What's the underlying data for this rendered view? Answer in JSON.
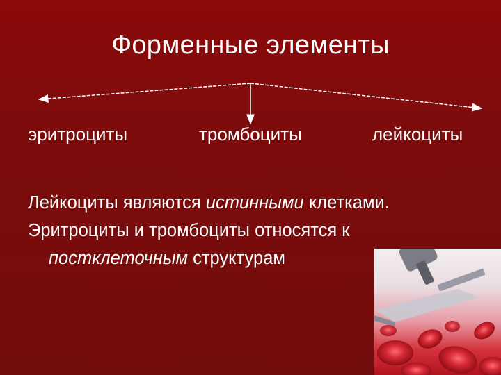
{
  "slide": {
    "title": "Форменные элементы",
    "categories": [
      {
        "label": "эритроциты"
      },
      {
        "label": "тромбоциты"
      },
      {
        "label": "лейкоциты"
      }
    ],
    "paragraph": {
      "line1_a": "Лейкоциты являются",
      "line1_em": "истинными",
      "line1_b": "клетками.",
      "line2": "Эритроциты и тромбоциты относятся к",
      "line3_em": "постклеточным",
      "line3_b": "структурам"
    }
  },
  "colors": {
    "background": "#7d0c0c",
    "text": "#ffffff",
    "photo_red": "#c91d27"
  },
  "illustration": {
    "icon": "microscope-blood-cells-icon"
  }
}
